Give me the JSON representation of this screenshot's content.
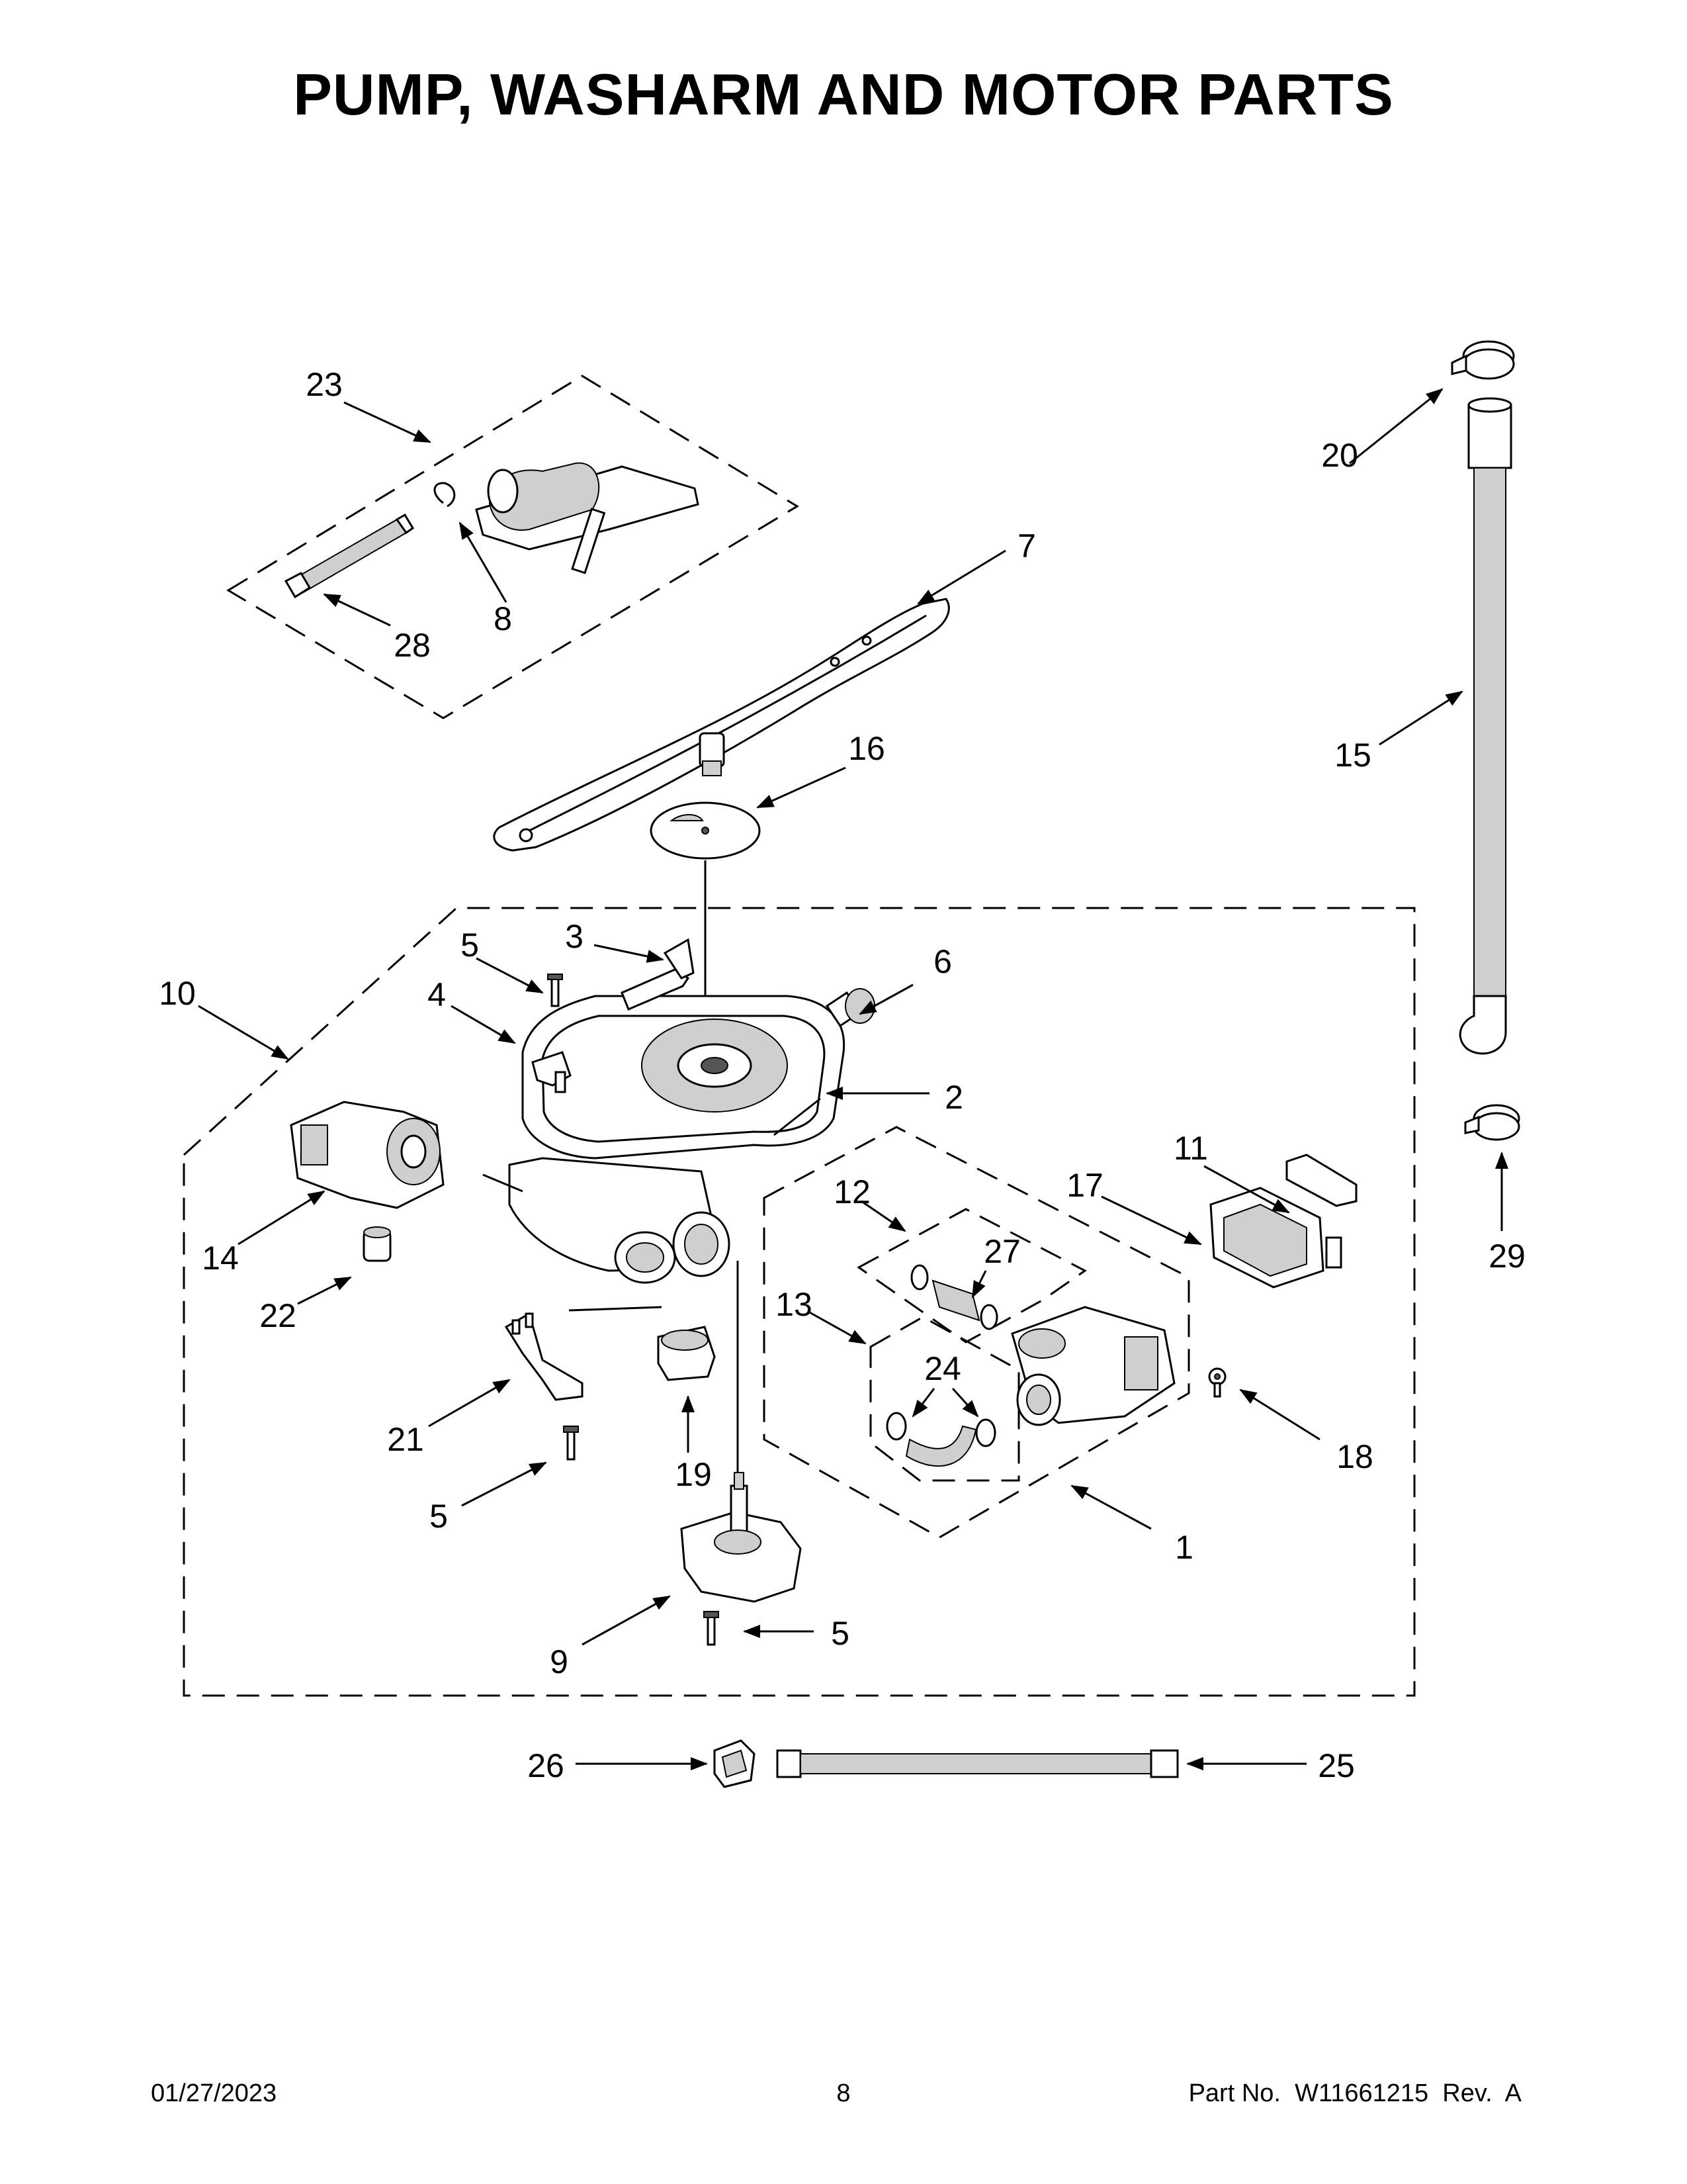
{
  "title": "PUMP, WASHARM AND MOTOR PARTS",
  "callouts": {
    "c1": "1",
    "c2": "2",
    "c3": "3",
    "c4": "4",
    "c5a": "5",
    "c5b": "5",
    "c5c": "5",
    "c6": "6",
    "c7": "7",
    "c8": "8",
    "c9": "9",
    "c10": "10",
    "c11": "11",
    "c12": "12",
    "c13": "13",
    "c14": "14",
    "c15": "15",
    "c16": "16",
    "c17": "17",
    "c18": "18",
    "c19": "19",
    "c20": "20",
    "c21": "21",
    "c22": "22",
    "c23": "23",
    "c24": "24",
    "c25": "25",
    "c26": "26",
    "c27": "27",
    "c28": "28",
    "c29": "29"
  },
  "footer": {
    "date": "01/27/2023",
    "page": "8",
    "part_number": "Part No.  W11661215  Rev.  A"
  }
}
